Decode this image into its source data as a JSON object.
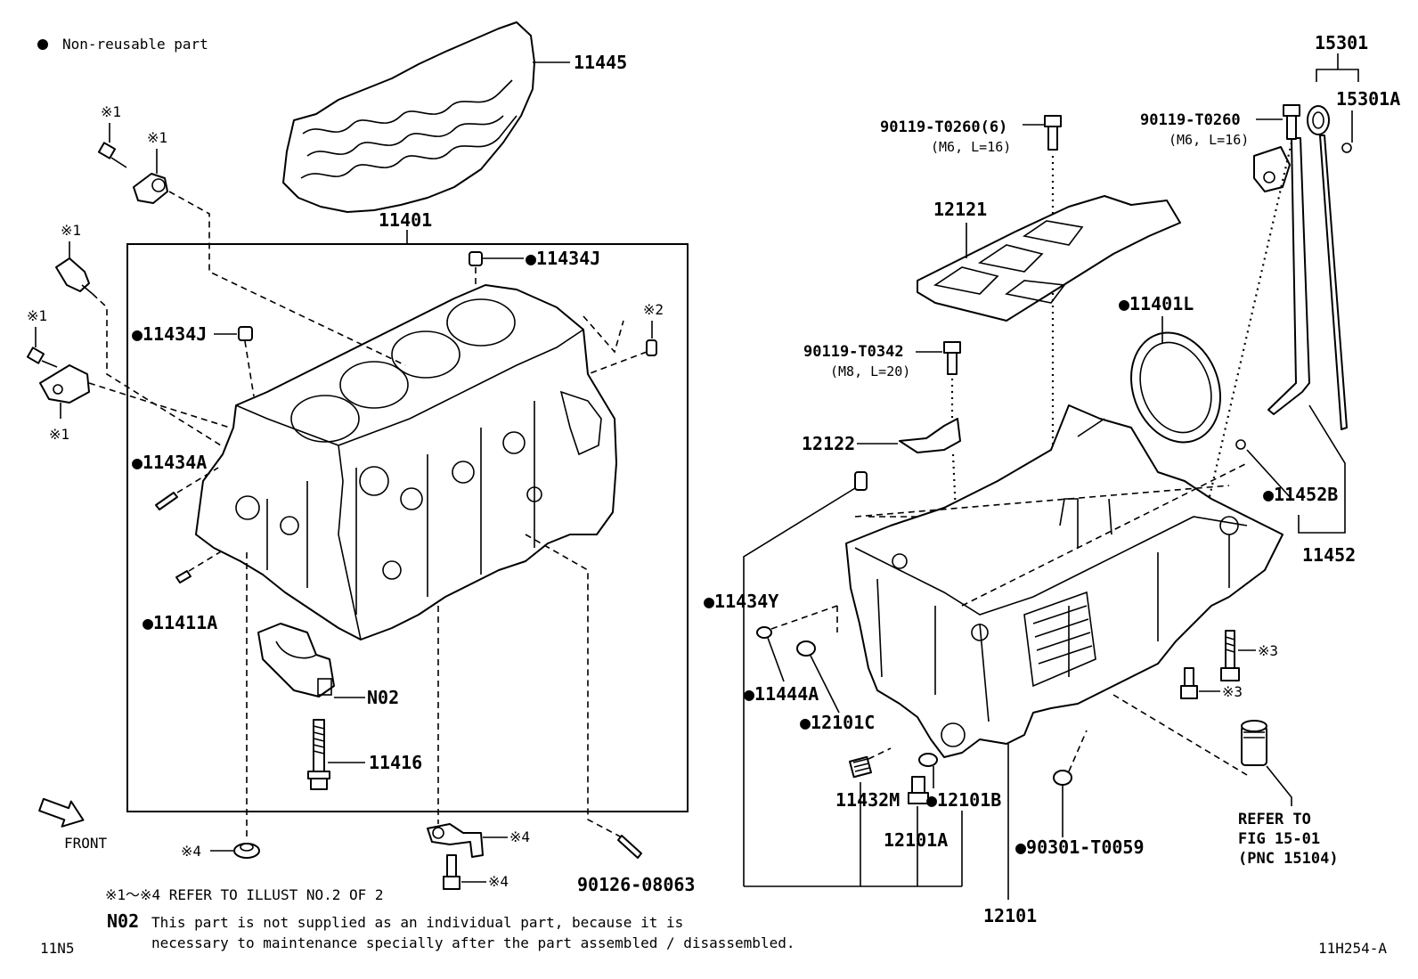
{
  "legend": {
    "symbol": "●",
    "text": "Non-reusable part"
  },
  "labels": {
    "p11445": "11445",
    "p11401": "11401",
    "p11434J_a": "●11434J",
    "p11434J_b": "●11434J",
    "p11434A": "●11434A",
    "p11411A": "●11411A",
    "pN02": "N02",
    "p11416": "11416",
    "p90126": "90126-08063",
    "s1_a": "※1",
    "s1_b": "※1",
    "s1_c": "※1",
    "s1_d": "※1",
    "s1_e": "※1",
    "s2": "※2",
    "s3_a": "※3",
    "s3_b": "※3",
    "s4_a": "※4",
    "s4_b": "※4",
    "s4_c": "※4",
    "front": "FRONT",
    "p15301": "15301",
    "p15301A": "15301A",
    "b90119_6": "90119-T0260(6)",
    "b90119_6_spec": "(M6, L=16)",
    "b90119": "90119-T0260",
    "b90119_spec": "(M6, L=16)",
    "p12121": "12121",
    "p11401L": "●11401L",
    "b90119_342": "90119-T0342",
    "b90119_342_spec": "(M8, L=20)",
    "p12122": "12122",
    "p11452B": "●11452B",
    "p11452": "11452",
    "p11434Y": "●11434Y",
    "p11444A": "●11444A",
    "p12101C": "●12101C",
    "p11432M": "11432M",
    "p12101B": "●12101B",
    "p12101A": "12101A",
    "p90301": "●90301-T0059",
    "p12101": "12101",
    "refer1": "REFER TO",
    "refer2": "FIG 15-01",
    "refer3": "(PNC 15104)"
  },
  "notes": {
    "refer_illust": "※1～※4 REFER TO ILLUST NO.2 OF 2",
    "n02_code": "N02",
    "n02_line1": "This part is not supplied as an individual part, because it is",
    "n02_line2": "necessary to maintenance specially after the part assembled / disassembled."
  },
  "footer": {
    "left_code": "11N5",
    "right_code": "11H254-A"
  }
}
